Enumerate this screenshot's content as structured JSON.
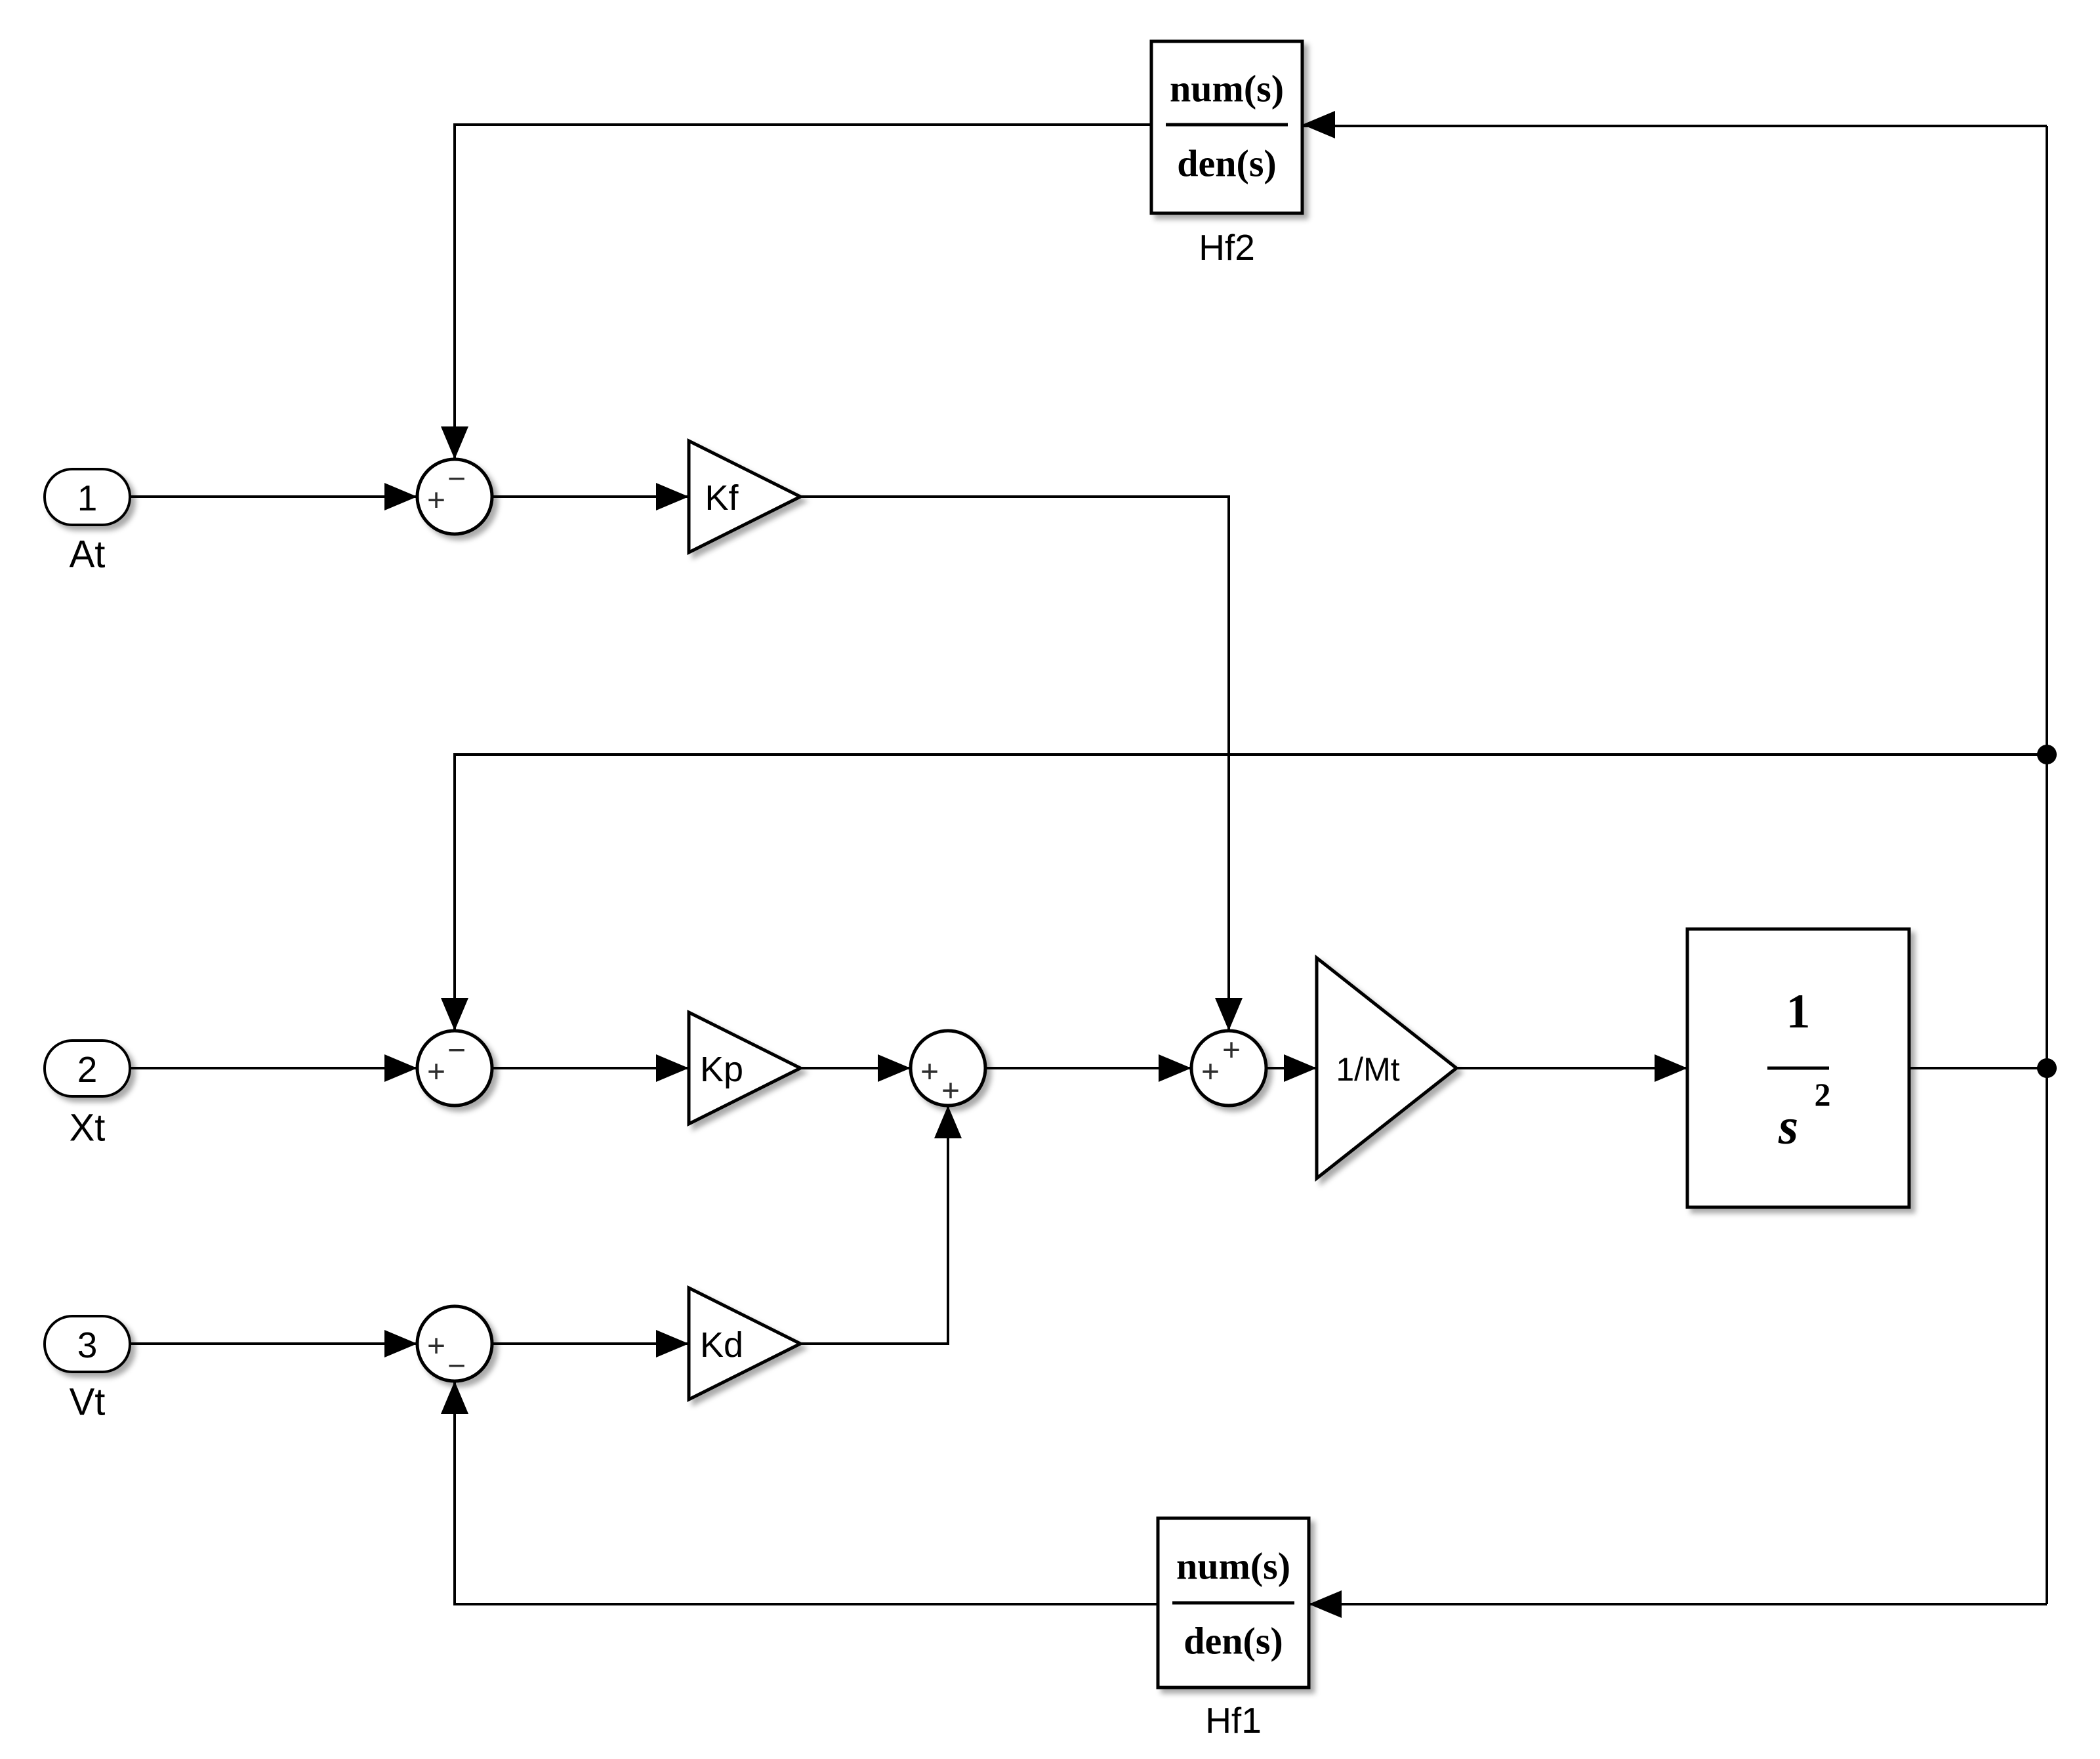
{
  "canvas": {
    "background": "#ffffff",
    "line_color": "#000000"
  },
  "inports": [
    {
      "number": "1",
      "name": "At"
    },
    {
      "number": "2",
      "name": "Xt"
    },
    {
      "number": "3",
      "name": "Vt"
    }
  ],
  "gains": {
    "kf": {
      "label": "Kf"
    },
    "kp": {
      "label": "Kp"
    },
    "kd": {
      "label": "Kd"
    },
    "mt": {
      "label": "1/Mt"
    }
  },
  "transfer_fcns": {
    "hf2": {
      "num": "num(s)",
      "den": "den(s)",
      "name": "Hf2"
    },
    "hf1": {
      "num": "num(s)",
      "den": "den(s)",
      "name": "Hf1"
    }
  },
  "integrator": {
    "num": "1",
    "den_base": "s",
    "den_exp": "2"
  },
  "sums": {
    "at": {
      "west": "+",
      "north": "−"
    },
    "xt": {
      "west": "+",
      "north": "−"
    },
    "pd": {
      "west": "+",
      "south": "+"
    },
    "force": {
      "west": "+",
      "north": "+"
    },
    "vt": {
      "west": "+",
      "south": "−"
    }
  }
}
